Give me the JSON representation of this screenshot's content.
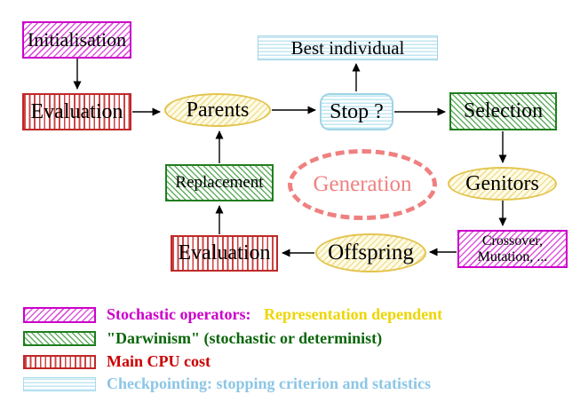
{
  "nodes": {
    "initialisation": "Initialisation",
    "evaluation_top": "Evaluation",
    "best_individual": "Best individual",
    "parents": "Parents",
    "stop": "Stop ?",
    "selection": "Selection",
    "replacement": "Replacement",
    "generation": "Generation",
    "genitors": "Genitors",
    "evaluation_bottom": "Evaluation",
    "crossover_line1": "Crossover,",
    "crossover_line2": "Mutation, ...",
    "offspring": "Offspring"
  },
  "edges": [
    {
      "from": "initialisation",
      "to": "evaluation_top"
    },
    {
      "from": "evaluation_top",
      "to": "parents"
    },
    {
      "from": "parents",
      "to": "stop"
    },
    {
      "from": "stop",
      "to": "best_individual"
    },
    {
      "from": "stop",
      "to": "selection"
    },
    {
      "from": "selection",
      "to": "genitors"
    },
    {
      "from": "genitors",
      "to": "crossover"
    },
    {
      "from": "crossover",
      "to": "offspring"
    },
    {
      "from": "offspring",
      "to": "evaluation_bottom"
    },
    {
      "from": "evaluation_bottom",
      "to": "replacement"
    },
    {
      "from": "replacement",
      "to": "parents"
    }
  ],
  "legend": {
    "items": [
      {
        "swatch": "magenta-diagonal-hatch",
        "text": "Stochastic operators:",
        "text2": "Representation dependent"
      },
      {
        "swatch": "green-diagonal-hatch",
        "text": "\"Darwinism\" (stochastic or determinist)"
      },
      {
        "swatch": "red-vertical-lines",
        "text": "Main CPU cost"
      },
      {
        "swatch": "cyan-horizontal-lines",
        "text": "Checkpointing: stopping criterion and statistics"
      }
    ]
  },
  "colors": {
    "magenta": "#cc00cc",
    "green_border": "#1f7e1f",
    "green_text": "#0a660a",
    "red_border": "#c02828",
    "red_text": "#cc0000",
    "cyan_border": "#9fd4e4",
    "cyan_text": "#8cc6e6",
    "yellow_border": "#e3c44d",
    "yellow_text": "#eed500",
    "salmon": "#f08080",
    "node_text": "#000000"
  }
}
